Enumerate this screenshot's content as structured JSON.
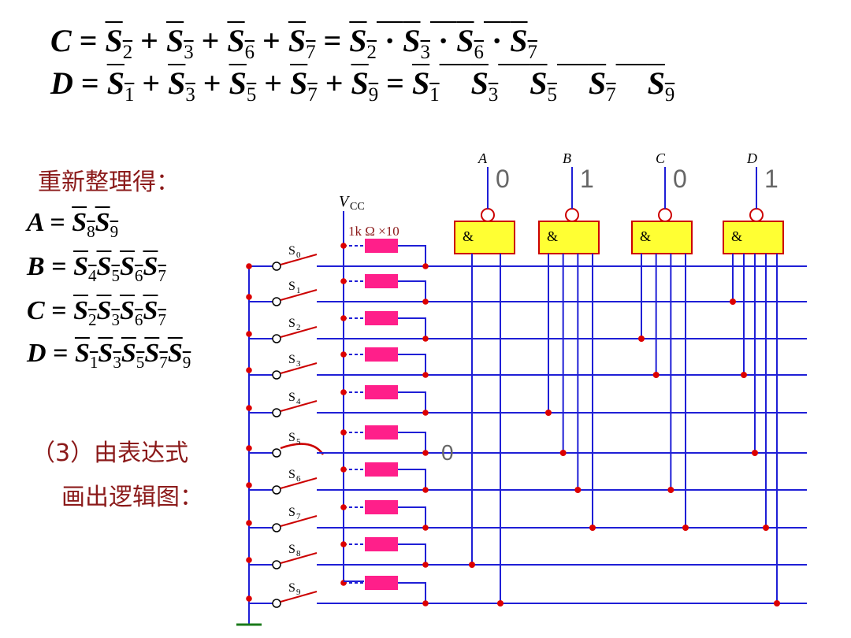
{
  "equations": {
    "c_line": {
      "lhs": "C",
      "eq1": "=",
      "terms": [
        "S2",
        "S3",
        "S6",
        "S7"
      ],
      "plus": "+",
      "eq2": "=",
      "product_sep": "·"
    },
    "d_line": {
      "lhs": "D",
      "eq1": "=",
      "terms": [
        "S1",
        "S3",
        "S5",
        "S7",
        "S9"
      ],
      "plus": "+",
      "eq2": "="
    }
  },
  "labels": {
    "reorganize": "重新整理得：",
    "step3": "（3）由表达式",
    "draw": "画出逻辑图："
  },
  "reorganized": [
    {
      "lhs": "A",
      "terms": [
        "S8",
        "S9"
      ]
    },
    {
      "lhs": "B",
      "terms": [
        "S4",
        "S5",
        "S6",
        "S7"
      ]
    },
    {
      "lhs": "C",
      "terms": [
        "S2",
        "S3",
        "S6",
        "S7"
      ]
    },
    {
      "lhs": "D",
      "terms": [
        "S1",
        "S3",
        "S5",
        "S7",
        "S9"
      ]
    }
  ],
  "circuit": {
    "vcc_label": "V",
    "vcc_sub": "CC",
    "resistor_label": "1k Ω ×10",
    "switch_labels": [
      "S0",
      "S1",
      "S2",
      "S3",
      "S4",
      "S5",
      "S6",
      "S7",
      "S8",
      "S9"
    ],
    "pressed_switch": 5,
    "pressed_value": "0",
    "gates": [
      {
        "output": "A",
        "value": "0",
        "symbol": "&",
        "inputs": [
          8,
          9
        ]
      },
      {
        "output": "B",
        "value": "1",
        "symbol": "&",
        "inputs": [
          4,
          5,
          6,
          7
        ]
      },
      {
        "output": "C",
        "value": "0",
        "symbol": "&",
        "inputs": [
          2,
          3,
          6,
          7
        ]
      },
      {
        "output": "D",
        "value": "1",
        "symbol": "&",
        "inputs": [
          1,
          3,
          5,
          7,
          9
        ]
      }
    ],
    "colors": {
      "wire": "#1f1fd6",
      "switch": "#cc0000",
      "resistor": "#ff1f8a",
      "gate_fill": "#ffff33",
      "gate_border": "#cc0000",
      "node": "#dd0000",
      "value": "#666666"
    }
  }
}
